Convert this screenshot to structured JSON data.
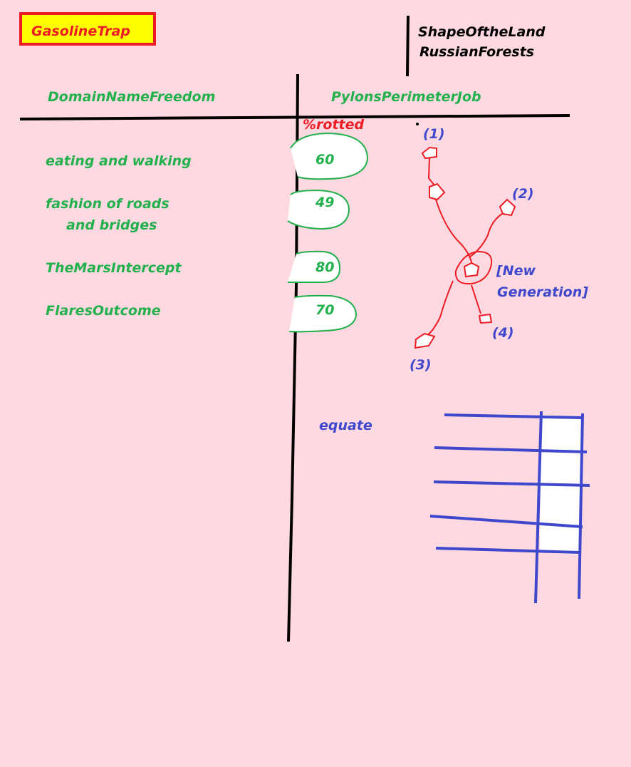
{
  "title": "GasolineTrap",
  "top_right": {
    "line1": "ShapeOftheLand",
    "line2": "RussianForests"
  },
  "columns": {
    "left_header": "DomainNameFreedom",
    "right_header": "PylonsPerimeterJob"
  },
  "rotted_label": "%rotted",
  "rows": [
    {
      "label": "eating and walking",
      "value": "60"
    },
    {
      "label_line1": "fashion of roads",
      "label_line2": "and bridges",
      "value": "49"
    },
    {
      "label": "TheMarsIntercept",
      "value": "80"
    },
    {
      "label": "FlaresOutcome",
      "value": "70"
    }
  ],
  "tree": {
    "n1": "(1)",
    "n2": "(2)",
    "n3": "(3)",
    "n4": "(4)",
    "center_line1": "[New",
    "center_line2": "Generation]"
  },
  "equate_label": "equate",
  "colors": {
    "background": "#ffd9e2",
    "green": "#22b14c",
    "blue": "#3f48cc",
    "red": "#ed1c24",
    "yellow": "#ffff00"
  }
}
